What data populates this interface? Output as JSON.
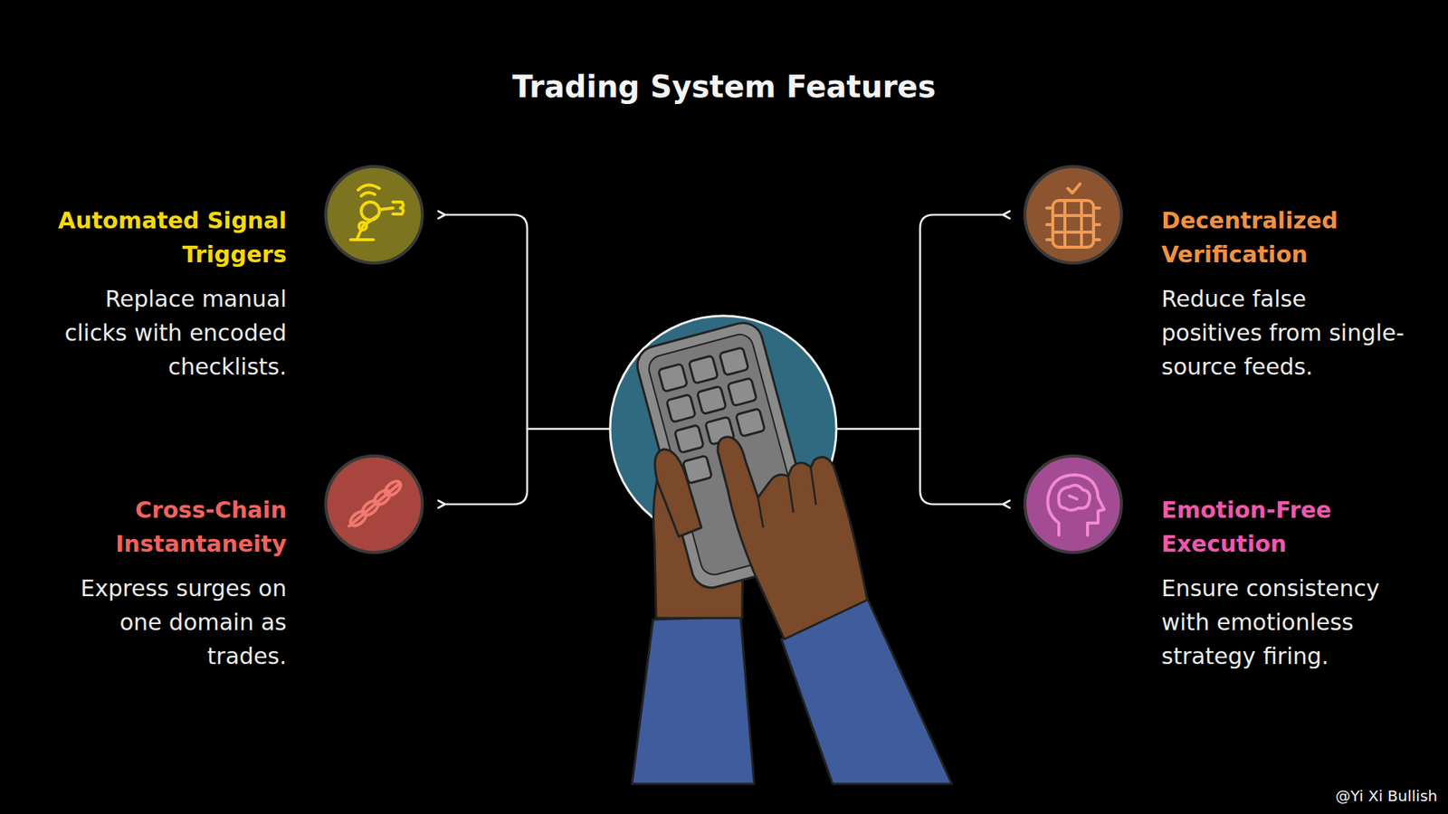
{
  "diagram": {
    "title": "Trading System Features",
    "nodes": [
      {
        "text": [
          "Automated Signal Triggers",
          "Replace manual clicks with encoded checklists."
        ]
      },
      {
        "text": [
          "Decentralized Verification",
          "Reduce false positives from single-source feeds."
        ]
      },
      {
        "text": [
          "Cross-Chain Instantaneity",
          "Express surges on one domain as trades."
        ]
      },
      {
        "text": [
          "Emotion-Free Execution",
          "Ensure consistency with emotionless strategy firing."
        ]
      }
    ],
    "labels": [
      "@Yi Xi Bullish"
    ]
  }
}
